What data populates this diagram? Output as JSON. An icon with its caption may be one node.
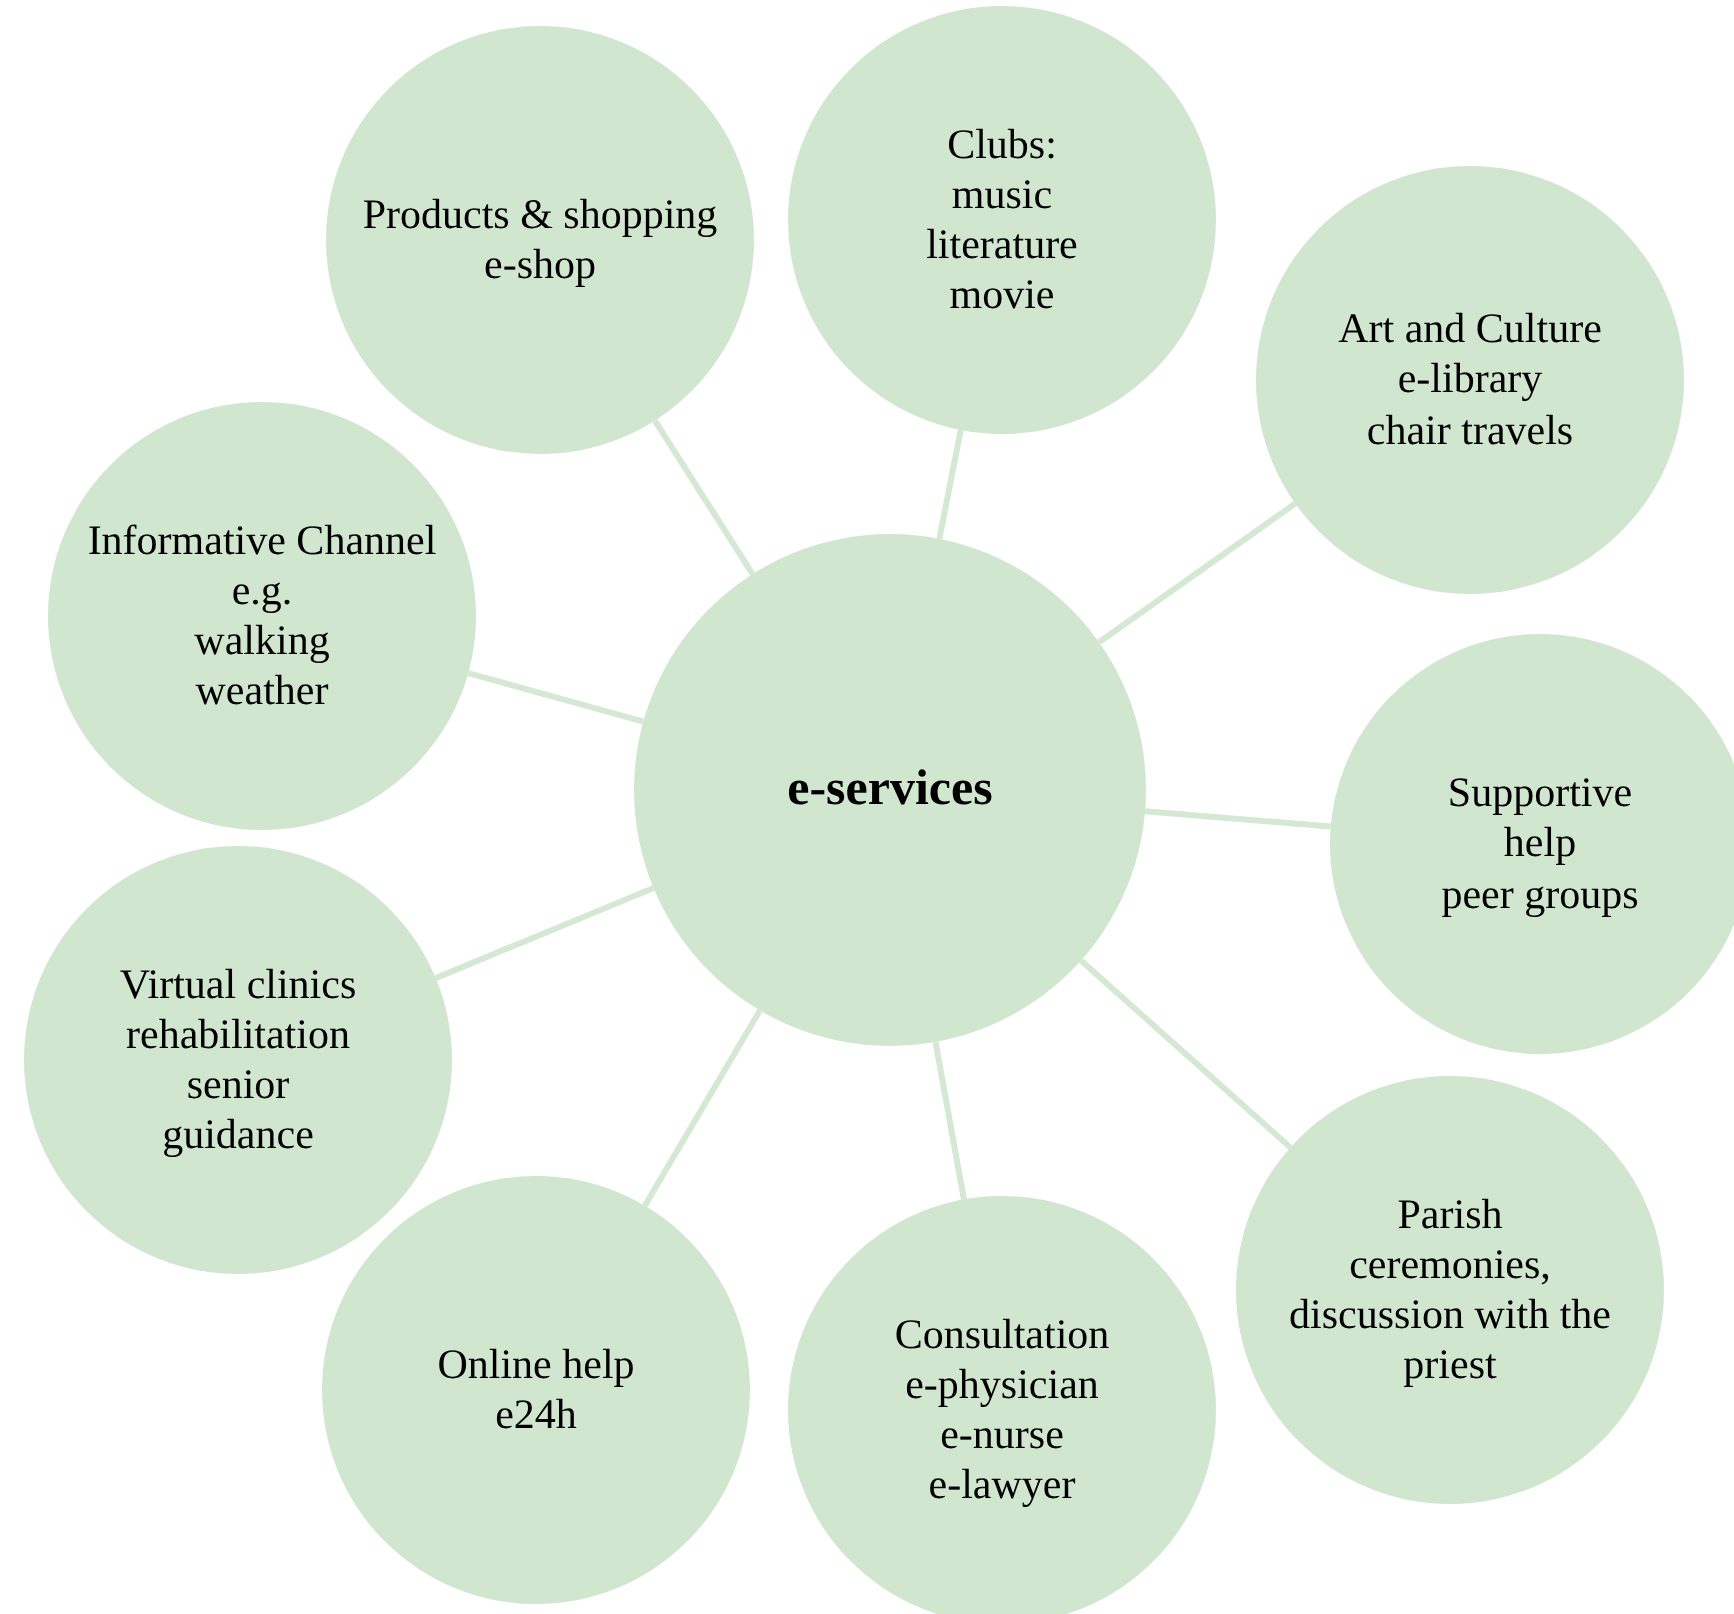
{
  "diagram": {
    "nodes": [
      {
        "text": [
          "e-services"
        ]
      },
      {
        "text": [
          "Products & shopping",
          "e-shop"
        ]
      },
      {
        "text": [
          "Clubs:",
          "music",
          "literature",
          "movie"
        ]
      },
      {
        "text": [
          "Art and Culture",
          "e-library",
          "chair travels"
        ]
      },
      {
        "text": [
          "Informative Channel e.g.",
          "walking",
          "weather"
        ]
      },
      {
        "text": [
          "Supportive",
          "help",
          "peer groups"
        ]
      },
      {
        "text": [
          "Virtual clinics",
          "rehabilitation",
          "senior",
          "guidance"
        ]
      },
      {
        "text": [
          "Parish",
          "ceremonies,",
          "discussion with the priest"
        ]
      },
      {
        "text": [
          "Online help",
          "e24h"
        ]
      },
      {
        "text": [
          "Consultation",
          "e-physician",
          "e-nurse",
          "e-lawyer"
        ]
      }
    ],
    "edges": [
      {
        "from": 0,
        "to": 1,
        "arrow": "none"
      },
      {
        "from": 0,
        "to": 2,
        "arrow": "none"
      },
      {
        "from": 0,
        "to": 3,
        "arrow": "none"
      },
      {
        "from": 0,
        "to": 4,
        "arrow": "none"
      },
      {
        "from": 0,
        "to": 5,
        "arrow": "none"
      },
      {
        "from": 0,
        "to": 6,
        "arrow": "none"
      },
      {
        "from": 0,
        "to": 7,
        "arrow": "none"
      },
      {
        "from": 0,
        "to": 8,
        "arrow": "none"
      },
      {
        "from": 0,
        "to": 9,
        "arrow": "none"
      }
    ]
  }
}
